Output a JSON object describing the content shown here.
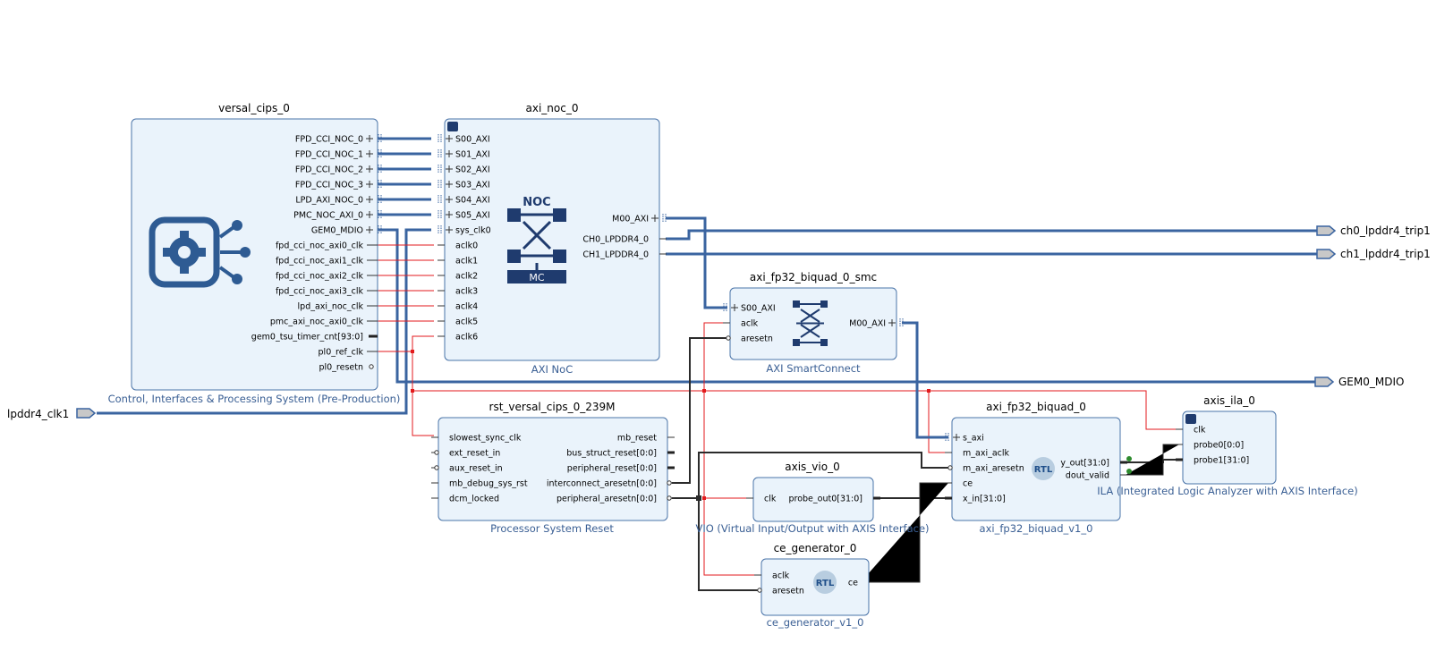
{
  "blocks": {
    "versal_cips_0": {
      "name": "versal_cips_0",
      "type": "Control, Interfaces & Processing System (Pre-Production)",
      "pins": [
        "FPD_CCI_NOC_0",
        "FPD_CCI_NOC_1",
        "FPD_CCI_NOC_2",
        "FPD_CCI_NOC_3",
        "LPD_AXI_NOC_0",
        "PMC_NOC_AXI_0",
        "GEM0_MDIO",
        "fpd_cci_noc_axi0_clk",
        "fpd_cci_noc_axi1_clk",
        "fpd_cci_noc_axi2_clk",
        "fpd_cci_noc_axi3_clk",
        "lpd_axi_noc_clk",
        "pmc_axi_noc_axi0_clk",
        "gem0_tsu_timer_cnt[93:0]",
        "pl0_ref_clk",
        "pl0_resetn"
      ]
    },
    "axi_noc_0": {
      "name": "axi_noc_0",
      "type": "AXI NoC",
      "left_pins": [
        "S00_AXI",
        "S01_AXI",
        "S02_AXI",
        "S03_AXI",
        "S04_AXI",
        "S05_AXI",
        "sys_clk0",
        "aclk0",
        "aclk1",
        "aclk2",
        "aclk3",
        "aclk4",
        "aclk5",
        "aclk6"
      ],
      "right_pins": [
        "M00_AXI",
        "CH0_LPDDR4_0",
        "CH1_LPDDR4_0"
      ],
      "logo_top": "NOC",
      "logo_bottom": "MC"
    },
    "smc": {
      "name": "axi_fp32_biquad_0_smc",
      "type": "AXI SmartConnect",
      "left_pins": [
        "S00_AXI",
        "aclk",
        "aresetn"
      ],
      "right_pins": [
        "M00_AXI"
      ]
    },
    "rst": {
      "name": "rst_versal_cips_0_239M",
      "type": "Processor System Reset",
      "left_pins": [
        "slowest_sync_clk",
        "ext_reset_in",
        "aux_reset_in",
        "mb_debug_sys_rst",
        "dcm_locked"
      ],
      "right_pins": [
        "mb_reset",
        "bus_struct_reset[0:0]",
        "peripheral_reset[0:0]",
        "interconnect_aresetn[0:0]",
        "peripheral_aresetn[0:0]"
      ]
    },
    "vio": {
      "name": "axis_vio_0",
      "type": "VIO (Virtual Input/Output with AXIS Interface)",
      "left_pins": [
        "clk"
      ],
      "right_pins": [
        "probe_out0[31:0]"
      ]
    },
    "biquad": {
      "name": "axi_fp32_biquad_0",
      "type": "axi_fp32_biquad_v1_0",
      "left_pins": [
        "s_axi",
        "m_axi_aclk",
        "m_axi_aresetn",
        "ce",
        "x_in[31:0]"
      ],
      "right_pins": [
        "y_out[31:0]",
        "dout_valid"
      ],
      "logo": "RTL"
    },
    "ila": {
      "name": "axis_ila_0",
      "type": "ILA (Integrated Logic Analyzer with AXIS Interface)",
      "left_pins": [
        "clk",
        "probe0[0:0]",
        "probe1[31:0]"
      ]
    },
    "ceg": {
      "name": "ce_generator_0",
      "type": "ce_generator_v1_0",
      "left_pins": [
        "aclk",
        "aresetn"
      ],
      "right_pins": [
        "ce"
      ],
      "logo": "RTL"
    }
  },
  "ports": {
    "ch0": "ch0_lpddr4_trip1",
    "ch1": "ch1_lpddr4_trip1",
    "gem": "GEM0_MDIO",
    "clkin": "lpddr4_clk1"
  },
  "colors": {
    "block_fill": "#eaf3fb",
    "block_border": "#4a74a8",
    "bus_wire": "#3a64a0",
    "clock_wire": "#e31a1c",
    "signal_wire": "#2b2b2b",
    "subtitle_text": "#3a5f94"
  }
}
